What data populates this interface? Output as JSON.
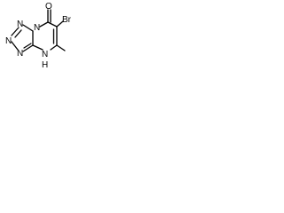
{
  "molecule": {
    "atoms": {
      "o": "O",
      "br": "Br",
      "n_ring1": "N",
      "n_ring2": "N",
      "n_ring3": "N",
      "n_bridge": "N",
      "nh_n": "N",
      "nh_h": "H"
    }
  }
}
